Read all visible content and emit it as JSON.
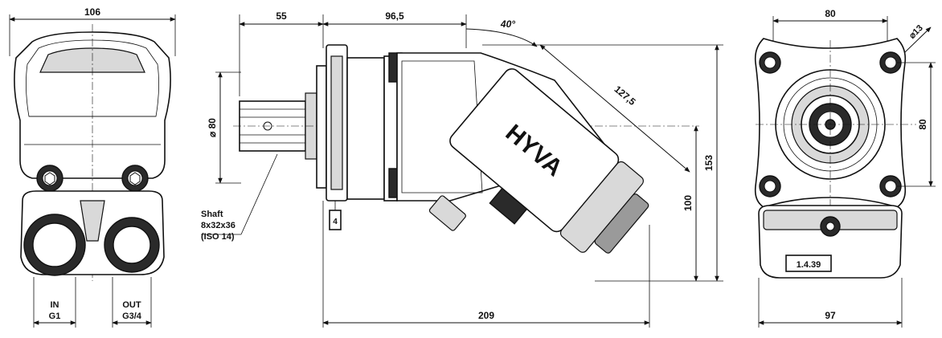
{
  "dimensions": {
    "left_width": "106",
    "flange_offset": "55",
    "shaft_to_bend": "96,5",
    "bend_angle": "40°",
    "shaft_diameter": "⌀ 80",
    "body_length": "127,5",
    "total_height": "153",
    "port_height": "100",
    "total_length": "209",
    "flange_width": "80",
    "flange_height": "80",
    "hole_diameter": "⌀13",
    "rear_width": "97"
  },
  "ports": {
    "in_label": "IN",
    "in_thread": "G1",
    "out_label": "OUT",
    "out_thread": "G3/4"
  },
  "shaft_note": {
    "line1": "Shaft",
    "line2": "8x32x36",
    "line3": "(ISO 14)"
  },
  "body_markings": {
    "brand": "HYVA",
    "plate_code": "1.4.39",
    "port_tag": "4"
  },
  "colors": {
    "ink": "#111111",
    "shade": "#2a2a2a"
  }
}
